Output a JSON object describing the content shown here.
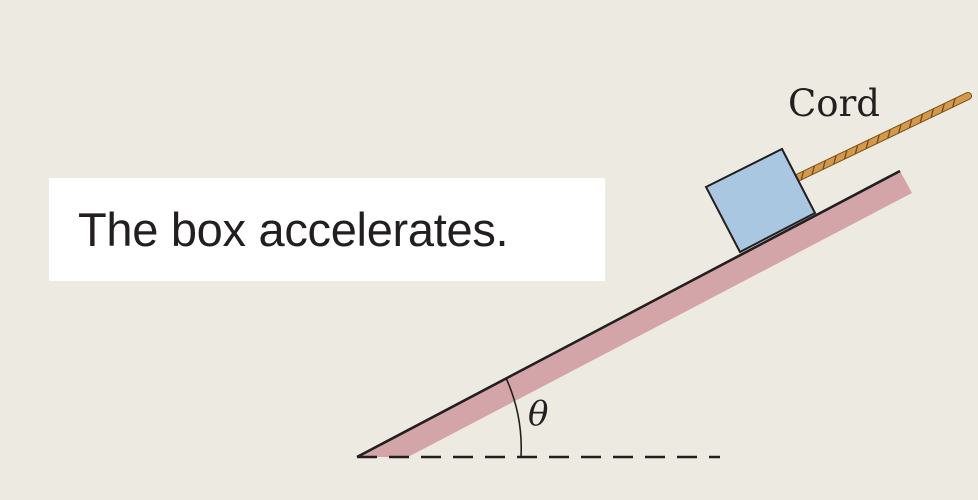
{
  "caption": {
    "text": "The box accelerates."
  },
  "labels": {
    "cord": "Cord",
    "angle": "θ"
  },
  "colors": {
    "background": "#edebe1",
    "incline": "#d3a4a8",
    "incline_edge": "#231f20",
    "box_fill": "#a9c7e0",
    "box_stroke": "#231f20",
    "cord": "#c98c3e",
    "caption_bg": "#ffffff"
  }
}
